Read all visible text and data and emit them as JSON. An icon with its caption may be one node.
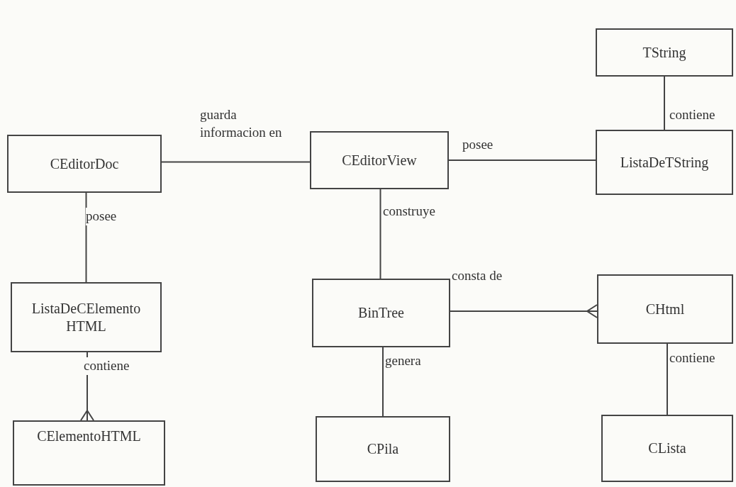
{
  "diagram": {
    "nodes": [
      {
        "text": [
          "TString"
        ]
      },
      {
        "text": [
          "CEditorDoc"
        ]
      },
      {
        "text": [
          "CEditorView"
        ]
      },
      {
        "text": [
          "ListaDeTString"
        ]
      },
      {
        "text": [
          "ListaDeCElemento HTML"
        ]
      },
      {
        "text": [
          "BinTree"
        ]
      },
      {
        "text": [
          "CHtml"
        ]
      },
      {
        "text": [
          "CElementoHTML"
        ]
      },
      {
        "text": [
          "CPila"
        ]
      },
      {
        "text": [
          "CLista"
        ]
      }
    ],
    "edges": [
      {
        "from": 1,
        "to": 2,
        "arrow": "none",
        "label": "guarda informacion en"
      },
      {
        "from": 2,
        "to": 3,
        "arrow": "none",
        "label": "posee"
      },
      {
        "from": 0,
        "to": 3,
        "arrow": "none",
        "label": "contiene"
      },
      {
        "from": 1,
        "to": 4,
        "arrow": "none",
        "label": "posee"
      },
      {
        "from": 2,
        "to": 5,
        "arrow": "none",
        "label": "construye"
      },
      {
        "from": 5,
        "to": 6,
        "arrow": "other",
        "label": "consta de"
      },
      {
        "from": 4,
        "to": 7,
        "arrow": "other",
        "label": "contiene"
      },
      {
        "from": 5,
        "to": 8,
        "arrow": "none",
        "label": "genera"
      },
      {
        "from": 6,
        "to": 9,
        "arrow": "none",
        "label": "contiene"
      }
    ]
  }
}
